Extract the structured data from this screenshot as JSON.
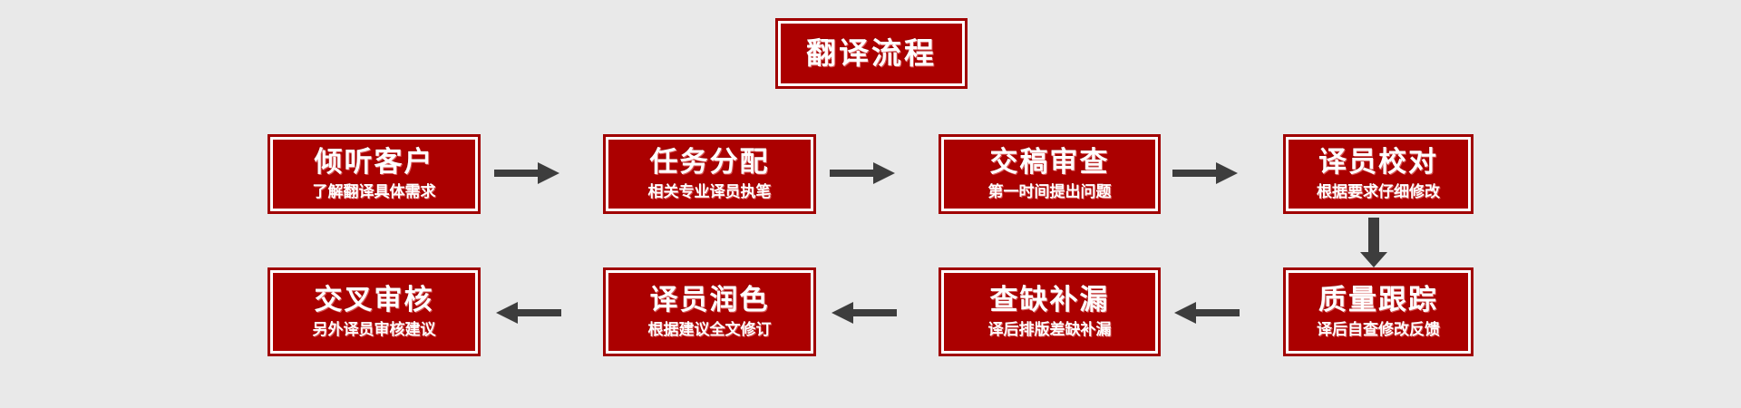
{
  "diagram": {
    "background_color": "#e9e9e9",
    "node_fill_color": "#ab0000",
    "node_border_color": "#a00000",
    "node_text_color": "#ffffff",
    "arrow_color": "#3d3d3d",
    "header": {
      "title": "翻译流程"
    },
    "rows": [
      {
        "direction": "left-to-right",
        "nodes": [
          {
            "title": "倾听客户",
            "subtitle": "了解翻译具体需求"
          },
          {
            "title": "任务分配",
            "subtitle": "相关专业译员执笔"
          },
          {
            "title": "交稿审查",
            "subtitle": "第一时间提出问题"
          },
          {
            "title": "译员校对",
            "subtitle": "根据要求仔细修改"
          }
        ]
      },
      {
        "direction": "right-to-left",
        "nodes": [
          {
            "title": "交叉审核",
            "subtitle": "另外译员审核建议"
          },
          {
            "title": "译员润色",
            "subtitle": "根据建议全文修订"
          },
          {
            "title": "查缺补漏",
            "subtitle": "译后排版差缺补漏"
          },
          {
            "title": "质量跟踪",
            "subtitle": "译后自查修改反馈"
          }
        ]
      }
    ],
    "connectors": [
      {
        "name": "arrow-right-1",
        "direction": "right"
      },
      {
        "name": "arrow-right-2",
        "direction": "right"
      },
      {
        "name": "arrow-right-3",
        "direction": "right"
      },
      {
        "name": "arrow-down-1",
        "direction": "down"
      },
      {
        "name": "arrow-left-1",
        "direction": "left"
      },
      {
        "name": "arrow-left-2",
        "direction": "left"
      },
      {
        "name": "arrow-left-3",
        "direction": "left"
      }
    ]
  }
}
